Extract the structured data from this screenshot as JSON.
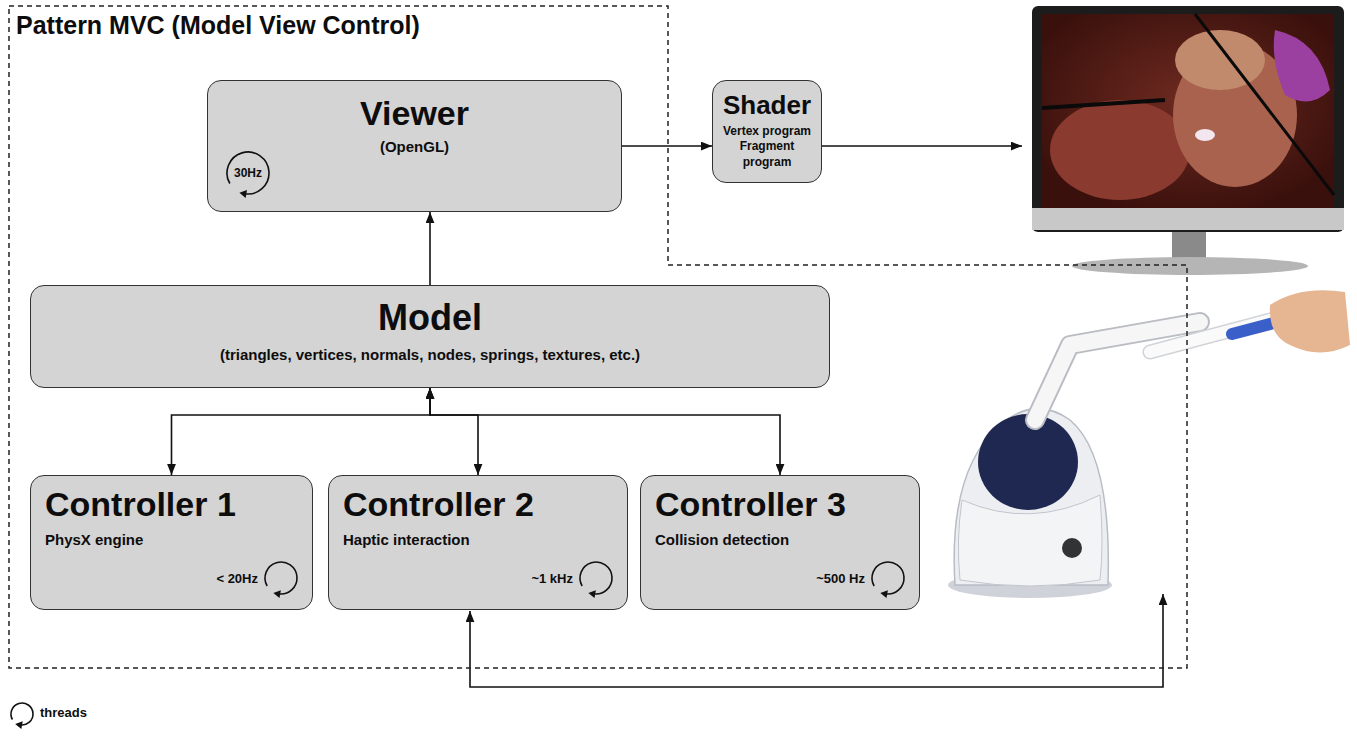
{
  "diagram": {
    "nodes": [
      {
        "text": [
          "Pattern MVC (Model View Control)"
        ]
      },
      {
        "text": [
          "Viewer",
          "(OpenGL)",
          "30Hz"
        ],
        "in": 0
      },
      {
        "text": [
          "Shader",
          "Vertex program Fragment program"
        ]
      },
      {
        "text": [
          "Model",
          "(triangles, vertices, normals, nodes, springs, textures, etc.)"
        ],
        "in": 0
      },
      {
        "text": [
          "Controller 1",
          "PhysX engine",
          "< 20Hz"
        ],
        "in": 0
      },
      {
        "text": [
          "Controller 2",
          "Haptic interaction",
          "~1 kHz"
        ],
        "in": 0
      },
      {
        "text": [
          "Controller 3",
          "Collision detection",
          "~500 Hz"
        ],
        "in": 0
      }
    ],
    "edges": [
      {
        "from": 3,
        "to": 1,
        "arrow": "to"
      },
      {
        "from": 1,
        "to": 2,
        "arrow": "to"
      },
      {
        "from": 3,
        "to": 4,
        "arrow": "both"
      },
      {
        "from": 3,
        "to": 5,
        "arrow": "both"
      },
      {
        "from": 3,
        "to": 6,
        "arrow": "both"
      }
    ],
    "legend": [
      {
        "text": "threads"
      }
    ]
  }
}
